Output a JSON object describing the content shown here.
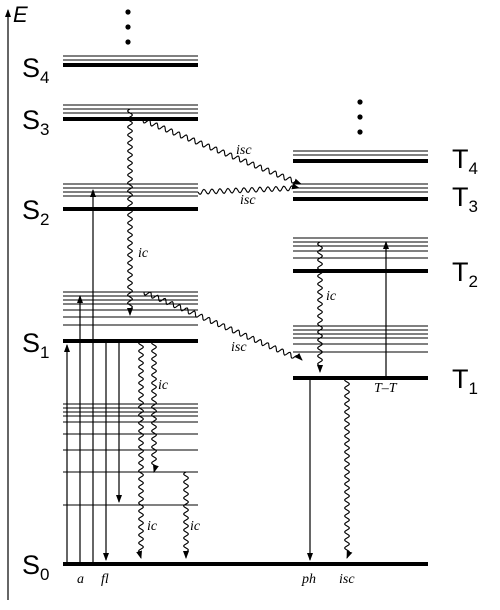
{
  "axis": {
    "label": "E"
  },
  "singlet_states": [
    {
      "symbol": "S",
      "sub": "4"
    },
    {
      "symbol": "S",
      "sub": "3"
    },
    {
      "symbol": "S",
      "sub": "2"
    },
    {
      "symbol": "S",
      "sub": "1"
    },
    {
      "symbol": "S",
      "sub": "0"
    }
  ],
  "triplet_states": [
    {
      "symbol": "T",
      "sub": "4"
    },
    {
      "symbol": "T",
      "sub": "3"
    },
    {
      "symbol": "T",
      "sub": "2"
    },
    {
      "symbol": "T",
      "sub": "1"
    }
  ],
  "process_labels": {
    "absorption": "a",
    "fluorescence": "fl",
    "phosphorescence": "ph",
    "isc": "isc",
    "ic": "ic",
    "triplet_triplet": "T–T"
  }
}
